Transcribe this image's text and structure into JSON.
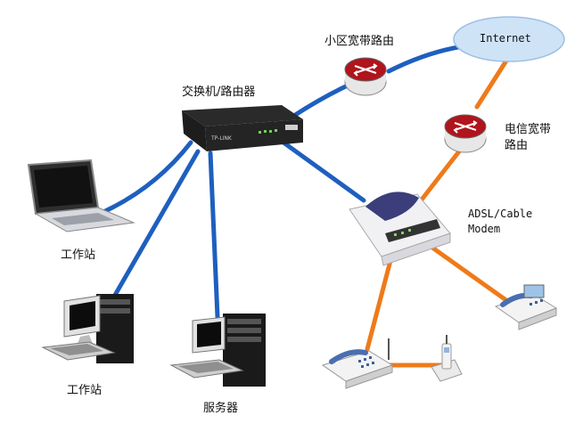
{
  "labels": {
    "internet": "Internet",
    "community_router": "小区宽带路由",
    "switch_router": "交换机/路由器",
    "telecom_router_line1": "电信宽带",
    "telecom_router_line2": "路由",
    "modem_line1": "ADSL/Cable",
    "modem_line2": "Modem",
    "workstation_laptop": "工作站",
    "workstation_desktop": "工作站",
    "server": "服务器",
    "device_brand": "TP-LINK"
  },
  "colors": {
    "lan_cable": "#1e5fbf",
    "phone_line": "#ef7a1a",
    "internet_cloud_fill": "#cfe3f7",
    "internet_cloud_stroke": "#9cbfe6",
    "switch_body": "#2a2a2a",
    "router_shell": "#e7e7e7",
    "router_face": "#b0141c"
  },
  "icons": {
    "internet": "cloud-icon",
    "community_router": "router-icon",
    "telecom_router": "router-icon",
    "switch": "switch-icon",
    "modem": "modem-icon",
    "laptop": "laptop-icon",
    "desktop": "desktop-computer-icon",
    "server": "server-tower-icon",
    "phone_left": "telephone-icon",
    "phone_right": "telephone-icon",
    "cordless_phone": "cordless-phone-icon"
  }
}
